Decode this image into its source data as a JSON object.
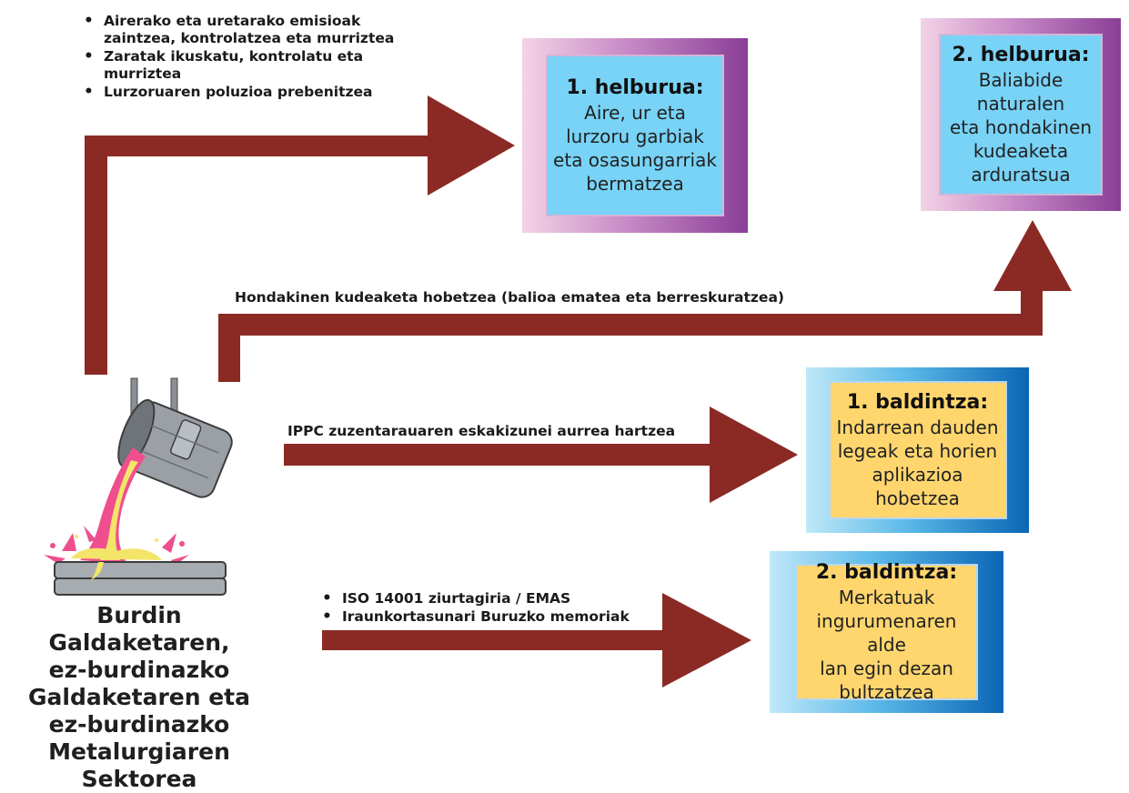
{
  "top_bullets": [
    "Airerako eta uretarako emisioak zaintzea, kontrolatzea eta murriztea",
    "Zaratak ikuskatu, kontrolatu eta murriztea",
    "Lurzoruaren poluzioa prebenitzea"
  ],
  "waste_label": "Hondakinen kudeaketa hobetzea (balioa ematea eta berreskuratzea)",
  "ippc_label": "IPPC zuzentarauaren eskakizunei aurrea hartzea",
  "bottom_bullets": [
    "ISO 14001 ziurtagiria / EMAS",
    "Iraunkortasunari Buruzko memoriak"
  ],
  "goal1": {
    "title": "1. helburua:",
    "text": "Aire, ur eta\nlurzoru garbiak\neta osasungarriak\nbermatzea"
  },
  "goal2": {
    "title": "2. helburua:",
    "text": "Baliabide naturalen\neta hondakinen\nkudeaketa\narduratsua"
  },
  "condition1": {
    "title": "1. baldintza:",
    "text": "Indarrean dauden\nlegeak eta horien\naplikazioa\nhobetzea"
  },
  "condition2": {
    "title": "2. baldintza:",
    "text": "Merkatuak\ningurumenaren alde\nlan egin dezan\nbultzatzea"
  },
  "sector_title": "Burdin Galdaketaren,\nez-burdinazko\nGaldaketaren eta\nez-burdinazko\nMetalurgiaren Sektorea",
  "colors": {
    "arrow": "#8b2a24",
    "goal_inner": "#78d3f6",
    "condition_inner": "#ffd66e",
    "goal_frame": "#8a3e97",
    "condition_frame": "#0a66b4"
  },
  "icons": [
    "ladle-pouring-molten-metal-icon"
  ]
}
